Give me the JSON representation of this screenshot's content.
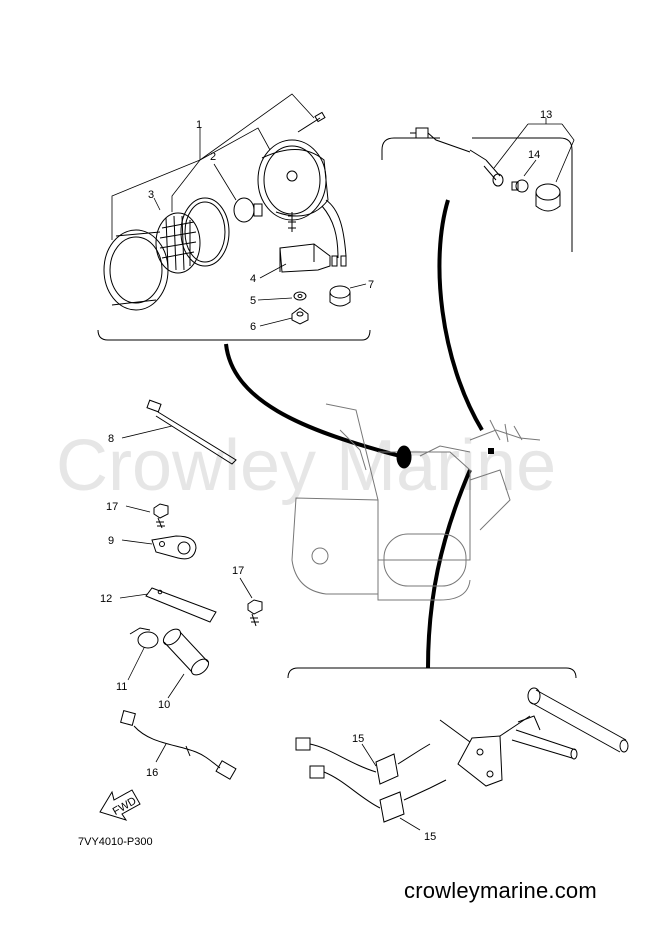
{
  "watermark": "Crowley Marine",
  "diagram_code": "7VY4010-P300",
  "website": "crowleymarine.com",
  "fwd_label": "FWD",
  "callouts": {
    "c1": "1",
    "c2": "2",
    "c3": "3",
    "c4": "4",
    "c5": "5",
    "c6": "6",
    "c7": "7",
    "c8": "8",
    "c9": "9",
    "c10": "10",
    "c11": "11",
    "c12": "12",
    "c13": "13",
    "c14": "14",
    "c15a": "15",
    "c15b": "15",
    "c16": "16",
    "c17a": "17",
    "c17b": "17"
  }
}
